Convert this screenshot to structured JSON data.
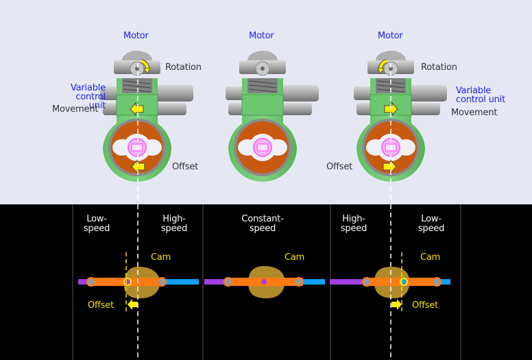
{
  "diagram": {
    "title_units": [
      {
        "id": "low-speed-state",
        "motor_label": "Motor",
        "rotation_label": "Rotation",
        "rotation_direction": "clockwise",
        "vcu_label": "Variable\ncontrol unit",
        "movement_label": "Movement",
        "movement_direction": "left",
        "offset_label": "Offset",
        "offset_direction": "left"
      },
      {
        "id": "constant-speed-state",
        "motor_label": "Motor"
      },
      {
        "id": "high-speed-state",
        "motor_label": "Motor",
        "rotation_label": "Rotation",
        "rotation_direction": "counterclockwise",
        "vcu_label": "Variable\ncontrol unit",
        "movement_label": "Movement",
        "movement_direction": "right",
        "offset_label": "Offset",
        "offset_direction": "right"
      }
    ],
    "schematics": [
      {
        "left_label": "Low-\nspeed",
        "right_label": "High-\nspeed",
        "cam_label": "Cam",
        "offset_label": "Offset",
        "offset_direction": "left"
      },
      {
        "center_label": "Constant-\nspeed",
        "cam_label": "Cam"
      },
      {
        "left_label": "High-\nspeed",
        "right_label": "Low-\nspeed",
        "cam_label": "Cam",
        "offset_label": "Offset",
        "offset_direction": "right"
      }
    ],
    "colors": {
      "top_background": "#e5e8f2",
      "bottom_background": "#000000",
      "label_blue": "#2020e8",
      "label_yellow": "#f5e400",
      "housing_green": "#6cc870",
      "rotor_orange": "#c85a10",
      "center_pink": "#f070f0",
      "cam_gold": "#b08a2a",
      "bar_orange": "#ff7a10",
      "bar_purple": "#a040e0",
      "bar_blue": "#10a0f0",
      "arrow_yellow": "#ffee00"
    }
  }
}
